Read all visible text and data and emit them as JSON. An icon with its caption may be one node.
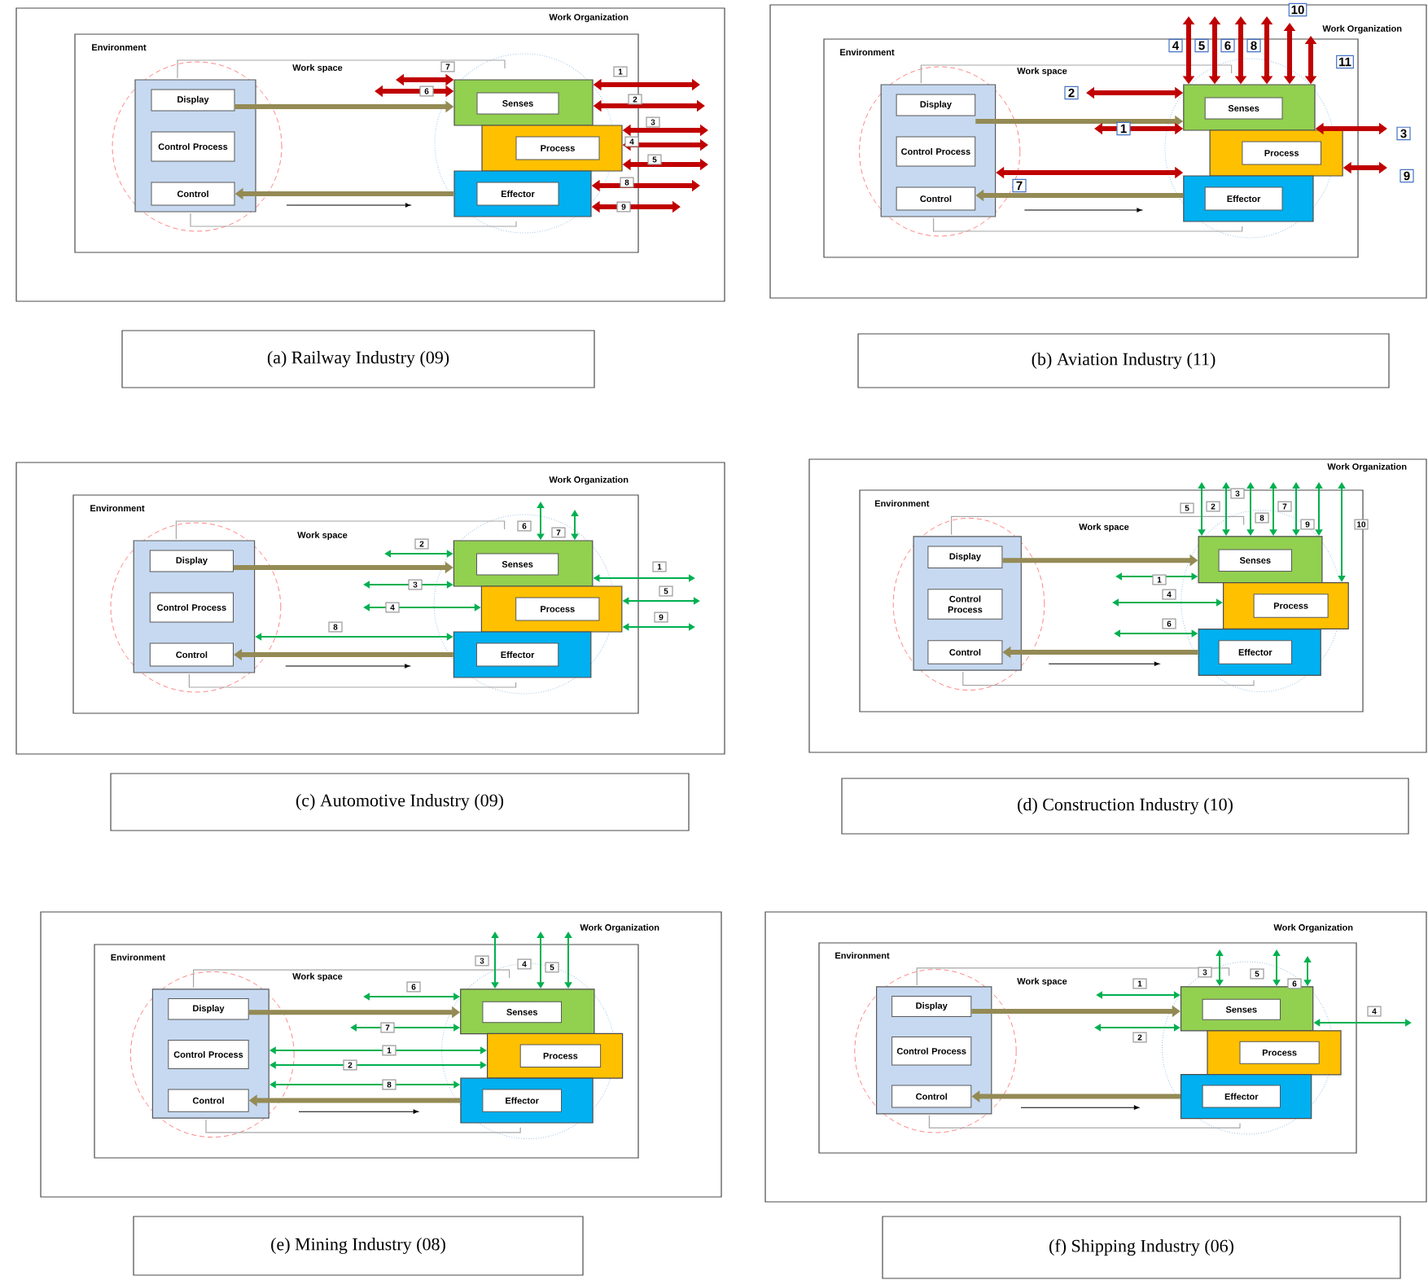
{
  "diagram": {
    "nodes": [
      {
        "text": [
          "Work Organization"
        ]
      },
      {
        "text": [
          "Environment"
        ],
        "in": 0
      },
      {
        "text": [],
        "shape": "box",
        "in": 1
      },
      {
        "text": [
          "Display"
        ],
        "in": 2
      },
      {
        "text": [
          "Control Process"
        ],
        "in": 2
      },
      {
        "text": [
          "Control"
        ],
        "in": 2
      },
      {
        "text": [
          "Senses"
        ],
        "in": 1
      },
      {
        "text": [
          "Process"
        ],
        "in": 1
      },
      {
        "text": [
          "Effector"
        ],
        "in": 1
      },
      {
        "text": [
          "(a) Railway Industry (09)"
        ]
      },
      {
        "text": [
          "Work Organization"
        ]
      },
      {
        "text": [
          "Environment"
        ],
        "in": 10
      },
      {
        "text": [],
        "shape": "box",
        "in": 11
      },
      {
        "text": [
          "Display"
        ],
        "in": 12
      },
      {
        "text": [
          "Control Process"
        ],
        "in": 12
      },
      {
        "text": [
          "Control"
        ],
        "in": 12
      },
      {
        "text": [
          "Senses"
        ],
        "in": 11
      },
      {
        "text": [
          "Process"
        ],
        "in": 11
      },
      {
        "text": [
          "Effector"
        ],
        "in": 11
      },
      {
        "text": [
          "(b) Aviation Industry (11)"
        ]
      },
      {
        "text": [
          "Work Organization"
        ]
      },
      {
        "text": [
          "Environment"
        ],
        "in": 20
      },
      {
        "text": [],
        "shape": "box",
        "in": 21
      },
      {
        "text": [
          "Display"
        ],
        "in": 22
      },
      {
        "text": [
          "Control Process"
        ],
        "in": 22
      },
      {
        "text": [
          "Control"
        ],
        "in": 22
      },
      {
        "text": [
          "Senses"
        ],
        "in": 21
      },
      {
        "text": [
          "Process"
        ],
        "in": 21
      },
      {
        "text": [
          "Effector"
        ],
        "in": 21
      },
      {
        "text": [
          "(c) Automotive Industry (09)"
        ]
      },
      {
        "text": [
          "Work Organization"
        ]
      },
      {
        "text": [
          "Environment"
        ],
        "in": 30
      },
      {
        "text": [],
        "shape": "box",
        "in": 31
      },
      {
        "text": [
          "Display"
        ],
        "in": 32
      },
      {
        "text": [
          "Control Process"
        ],
        "in": 32
      },
      {
        "text": [
          "Control"
        ],
        "in": 32
      },
      {
        "text": [
          "Senses"
        ],
        "in": 31
      },
      {
        "text": [
          "Process"
        ],
        "in": 31
      },
      {
        "text": [
          "Effector"
        ],
        "in": 31
      },
      {
        "text": [
          "(d) Construction Industry (10)"
        ]
      },
      {
        "text": [
          "Work Organization"
        ]
      },
      {
        "text": [
          "Environment"
        ],
        "in": 40
      },
      {
        "text": [],
        "shape": "box",
        "in": 41
      },
      {
        "text": [
          "Display"
        ],
        "in": 42
      },
      {
        "text": [
          "Control Process"
        ],
        "in": 42
      },
      {
        "text": [
          "Control"
        ],
        "in": 42
      },
      {
        "text": [
          "Senses"
        ],
        "in": 41
      },
      {
        "text": [
          "Process"
        ],
        "in": 41
      },
      {
        "text": [
          "Effector"
        ],
        "in": 41
      },
      {
        "text": [
          "(e) Mining Industry (08)"
        ]
      },
      {
        "text": [
          "Work Organization"
        ]
      },
      {
        "text": [
          "Environment"
        ],
        "in": 50
      },
      {
        "text": [],
        "shape": "box",
        "in": 51
      },
      {
        "text": [
          "Display"
        ],
        "in": 52
      },
      {
        "text": [
          "Control Process"
        ],
        "in": 52
      },
      {
        "text": [
          "Control"
        ],
        "in": 52
      },
      {
        "text": [
          "Senses"
        ],
        "in": 51
      },
      {
        "text": [
          "Process"
        ],
        "in": 51
      },
      {
        "text": [
          "Effector"
        ],
        "in": 51
      },
      {
        "text": [
          "(f) Shipping Industry (06)"
        ]
      }
    ],
    "edges": [
      {
        "from": 3,
        "to": 6,
        "arrow": "to",
        "style": "thick",
        "color": "#948a54"
      },
      {
        "from": 8,
        "to": 5,
        "arrow": "to",
        "style": "thick",
        "color": "#948a54"
      },
      {
        "from": null,
        "to": 6,
        "arrow": "both",
        "label": "1",
        "style": "thick",
        "color": "#c00000"
      },
      {
        "from": null,
        "to": 6,
        "arrow": "both",
        "label": "2",
        "style": "thick",
        "color": "#c00000"
      },
      {
        "from": null,
        "to": 7,
        "arrow": "both",
        "label": "3",
        "style": "thick",
        "color": "#c00000"
      },
      {
        "from": null,
        "to": 7,
        "arrow": "both",
        "label": "4",
        "style": "thick",
        "color": "#c00000"
      },
      {
        "from": null,
        "to": 7,
        "arrow": "both",
        "label": "5",
        "style": "thick",
        "color": "#c00000"
      },
      {
        "from": null,
        "to": 6,
        "arrow": "both",
        "label": "6",
        "style": "thick",
        "color": "#c00000"
      },
      {
        "from": null,
        "to": 6,
        "arrow": "both",
        "label": "7",
        "style": "thick",
        "color": "#c00000"
      },
      {
        "from": null,
        "to": 8,
        "arrow": "both",
        "label": "8",
        "style": "thick",
        "color": "#c00000"
      },
      {
        "from": null,
        "to": 8,
        "arrow": "both",
        "label": "9",
        "style": "thick",
        "color": "#c00000"
      },
      {
        "from": 13,
        "to": 16,
        "arrow": "to",
        "style": "thick",
        "color": "#948a54"
      },
      {
        "from": 18,
        "to": 15,
        "arrow": "to",
        "style": "thick",
        "color": "#948a54"
      },
      {
        "from": null,
        "to": 16,
        "arrow": "both",
        "label": "1",
        "style": "thick",
        "color": "#c00000"
      },
      {
        "from": null,
        "to": 16,
        "arrow": "both",
        "label": "2",
        "style": "thick",
        "color": "#c00000"
      },
      {
        "from": null,
        "to": 16,
        "arrow": "both",
        "label": "3",
        "style": "thick",
        "color": "#c00000"
      },
      {
        "from": null,
        "to": 16,
        "arrow": "both",
        "label": "4",
        "style": "thick",
        "color": "#c00000"
      },
      {
        "from": null,
        "to": 16,
        "arrow": "both",
        "label": "5",
        "style": "thick",
        "color": "#c00000"
      },
      {
        "from": null,
        "to": 16,
        "arrow": "both",
        "label": "6",
        "style": "thick",
        "color": "#c00000"
      },
      {
        "from": 12,
        "to": 18,
        "arrow": "both",
        "label": "7",
        "style": "thick",
        "color": "#c00000"
      },
      {
        "from": null,
        "to": 16,
        "arrow": "both",
        "label": "8",
        "style": "thick",
        "color": "#c00000"
      },
      {
        "from": null,
        "to": 17,
        "arrow": "both",
        "label": "9",
        "style": "thick",
        "color": "#c00000"
      },
      {
        "from": null,
        "to": 16,
        "arrow": "both",
        "label": "10",
        "style": "thick",
        "color": "#c00000"
      },
      {
        "from": null,
        "to": 16,
        "arrow": "both",
        "label": "11",
        "style": "thick",
        "color": "#c00000"
      },
      {
        "from": 23,
        "to": 26,
        "arrow": "to",
        "style": "thick",
        "color": "#948a54"
      },
      {
        "from": 28,
        "to": 25,
        "arrow": "to",
        "style": "thick",
        "color": "#948a54"
      },
      {
        "from": null,
        "to": 26,
        "arrow": "both",
        "label": "1"
      },
      {
        "from": null,
        "to": 26,
        "arrow": "both",
        "label": "2"
      },
      {
        "from": null,
        "to": 26,
        "arrow": "both",
        "label": "3"
      },
      {
        "from": null,
        "to": 27,
        "arrow": "both",
        "label": "4"
      },
      {
        "from": null,
        "to": 27,
        "arrow": "both",
        "label": "5"
      },
      {
        "from": null,
        "to": 26,
        "arrow": "both",
        "label": "6"
      },
      {
        "from": null,
        "to": 26,
        "arrow": "both",
        "label": "7"
      },
      {
        "from": 22,
        "to": 28,
        "arrow": "both",
        "label": "8"
      },
      {
        "from": null,
        "to": 27,
        "arrow": "both",
        "label": "9"
      },
      {
        "from": 33,
        "to": 36,
        "arrow": "to",
        "style": "thick",
        "color": "#948a54"
      },
      {
        "from": 38,
        "to": 35,
        "arrow": "to",
        "style": "thick",
        "color": "#948a54"
      },
      {
        "from": null,
        "to": 36,
        "arrow": "both",
        "label": "1"
      },
      {
        "from": null,
        "to": 36,
        "arrow": "both",
        "label": "2"
      },
      {
        "from": null,
        "to": 36,
        "arrow": "both",
        "label": "3"
      },
      {
        "from": null,
        "to": 37,
        "arrow": "both",
        "label": "4"
      },
      {
        "from": null,
        "to": 36,
        "arrow": "both",
        "label": "5"
      },
      {
        "from": null,
        "to": 38,
        "arrow": "both",
        "label": "6"
      },
      {
        "from": null,
        "to": 36,
        "arrow": "both",
        "label": "7"
      },
      {
        "from": null,
        "to": 36,
        "arrow": "both",
        "label": "8"
      },
      {
        "from": null,
        "to": 36,
        "arrow": "both",
        "label": "9"
      },
      {
        "from": null,
        "to": 37,
        "arrow": "both",
        "label": "10"
      },
      {
        "from": 43,
        "to": 46,
        "arrow": "to",
        "style": "thick",
        "color": "#948a54"
      },
      {
        "from": 48,
        "to": 45,
        "arrow": "to",
        "style": "thick",
        "color": "#948a54"
      },
      {
        "from": 42,
        "to": 47,
        "arrow": "both",
        "label": "1"
      },
      {
        "from": 42,
        "to": 47,
        "arrow": "both",
        "label": "2"
      },
      {
        "from": null,
        "to": 46,
        "arrow": "both",
        "label": "3"
      },
      {
        "from": null,
        "to": 46,
        "arrow": "both",
        "label": "4"
      },
      {
        "from": null,
        "to": 46,
        "arrow": "both",
        "label": "5"
      },
      {
        "from": null,
        "to": 46,
        "arrow": "both",
        "label": "6"
      },
      {
        "from": null,
        "to": 46,
        "arrow": "both",
        "label": "7"
      },
      {
        "from": 42,
        "to": 48,
        "arrow": "both",
        "label": "8"
      },
      {
        "from": 53,
        "to": 56,
        "arrow": "to",
        "style": "thick",
        "color": "#948a54"
      },
      {
        "from": 58,
        "to": 55,
        "arrow": "to",
        "style": "thick",
        "color": "#948a54"
      },
      {
        "from": null,
        "to": 56,
        "arrow": "both",
        "label": "1"
      },
      {
        "from": null,
        "to": 56,
        "arrow": "both",
        "label": "2"
      },
      {
        "from": null,
        "to": 56,
        "arrow": "both",
        "label": "3"
      },
      {
        "from": null,
        "to": 56,
        "arrow": "both",
        "label": "4"
      },
      {
        "from": null,
        "to": 56,
        "arrow": "both",
        "label": "5"
      },
      {
        "from": null,
        "to": 56,
        "arrow": "both",
        "label": "6"
      }
    ],
    "labels": [
      "Work space",
      "Work space",
      "Work space",
      "Work space",
      "Work space",
      "Work space"
    ]
  }
}
